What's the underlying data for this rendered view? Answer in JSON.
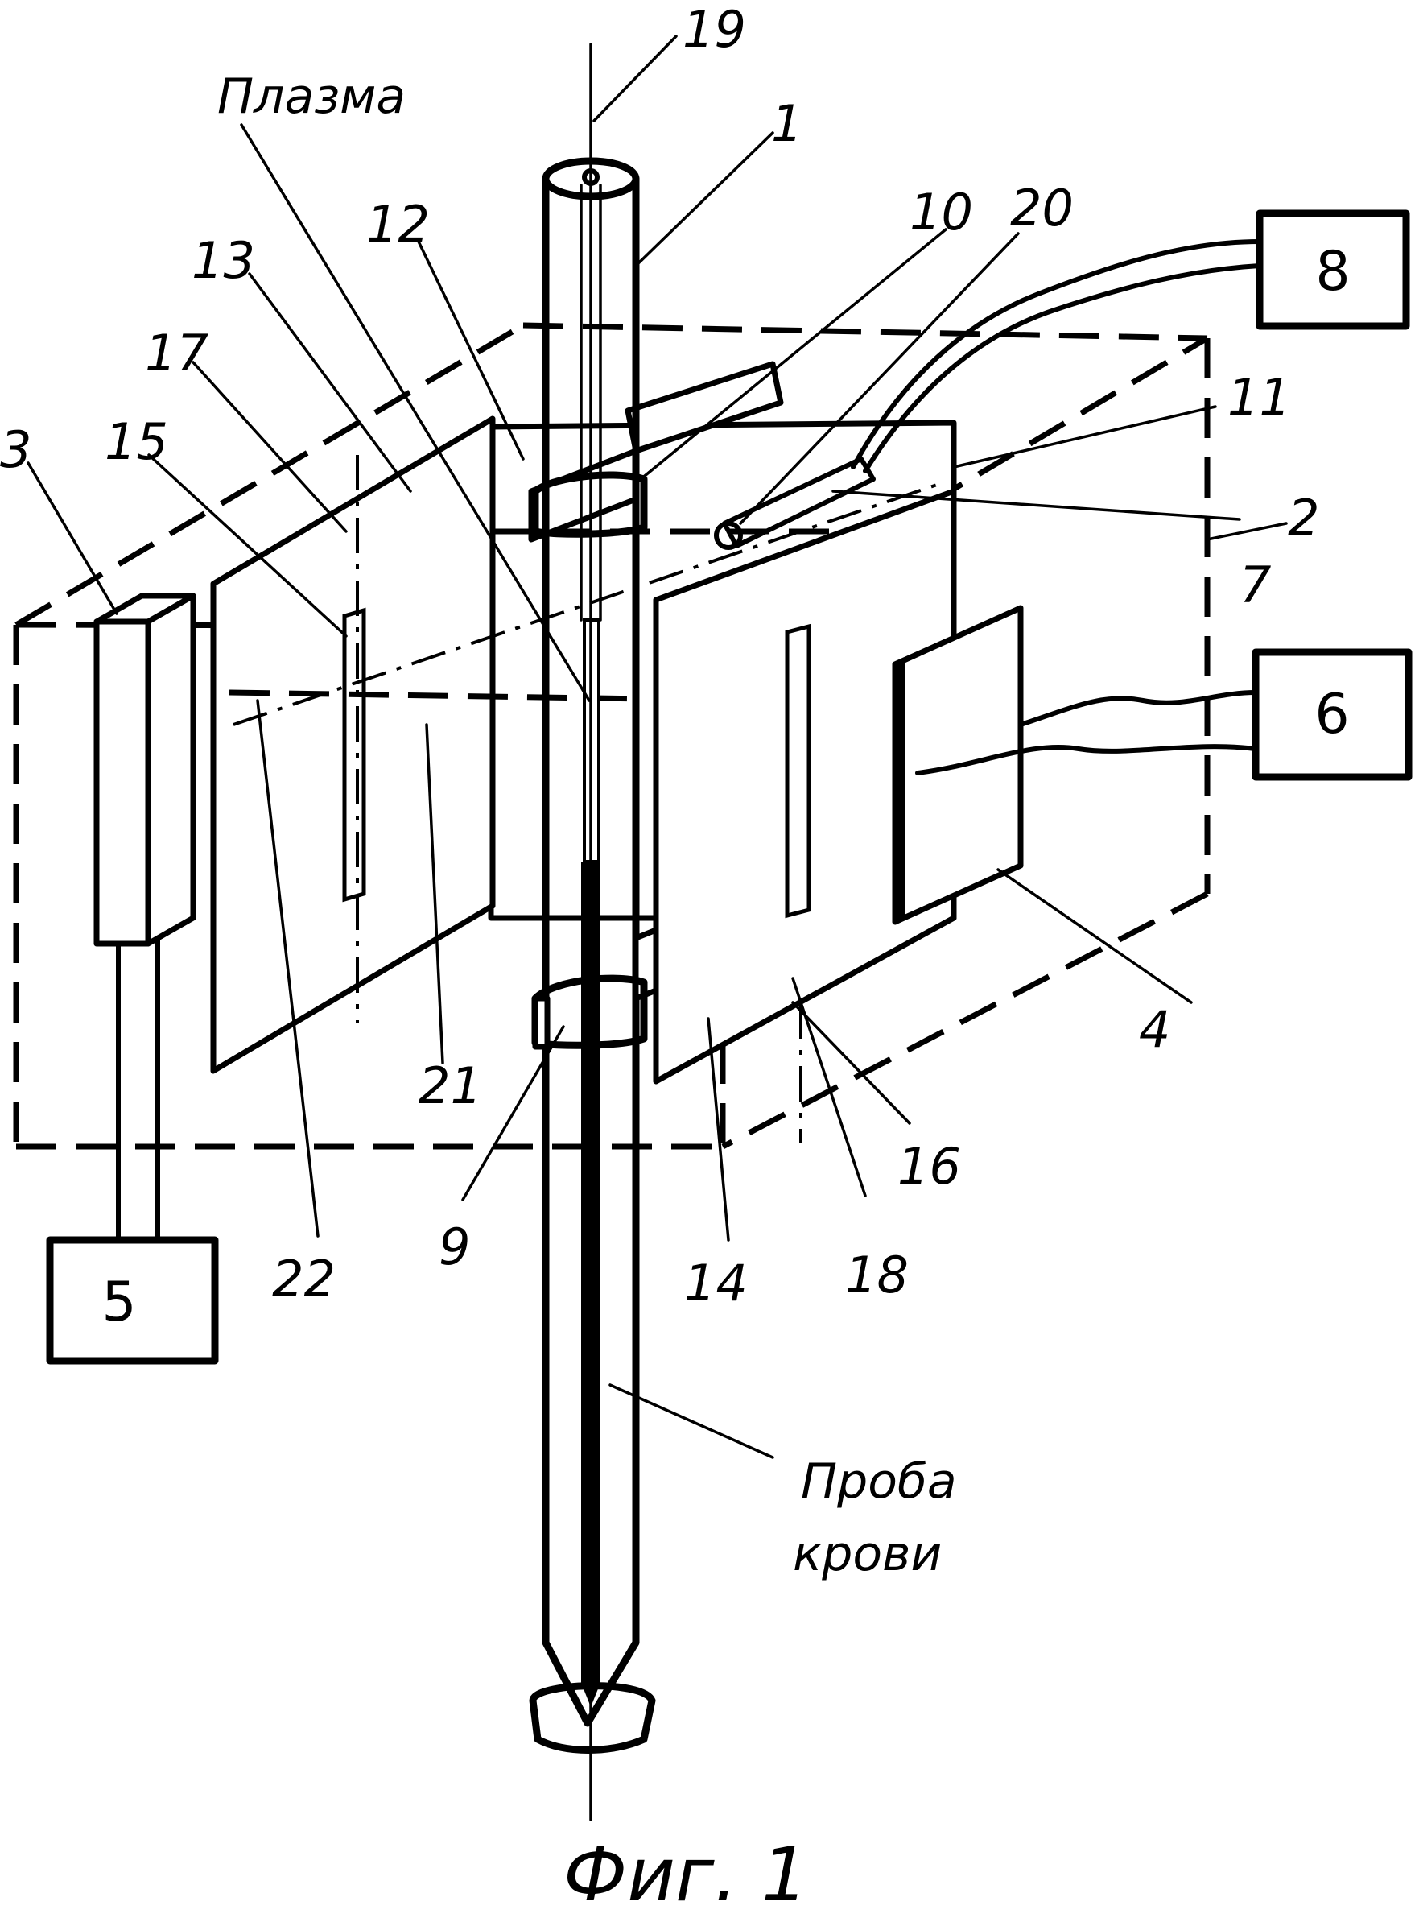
{
  "labels": {
    "l1": "1",
    "l2": "2",
    "l3": "3",
    "l4": "4",
    "l7": "7",
    "l9": "9",
    "l10": "10",
    "l11": "11",
    "l12": "12",
    "l13": "13",
    "l14": "14",
    "l15": "15",
    "l16": "16",
    "l17": "17",
    "l18": "18",
    "l19": "19",
    "l20": "20",
    "l21": "21",
    "l22": "22"
  },
  "boxes": {
    "b5": "5",
    "b6": "6",
    "b8": "8"
  },
  "plasma_label": "Плазма",
  "blood_label_line1": "Проба",
  "blood_label_line2": "крови",
  "caption": "Фиг. 1"
}
